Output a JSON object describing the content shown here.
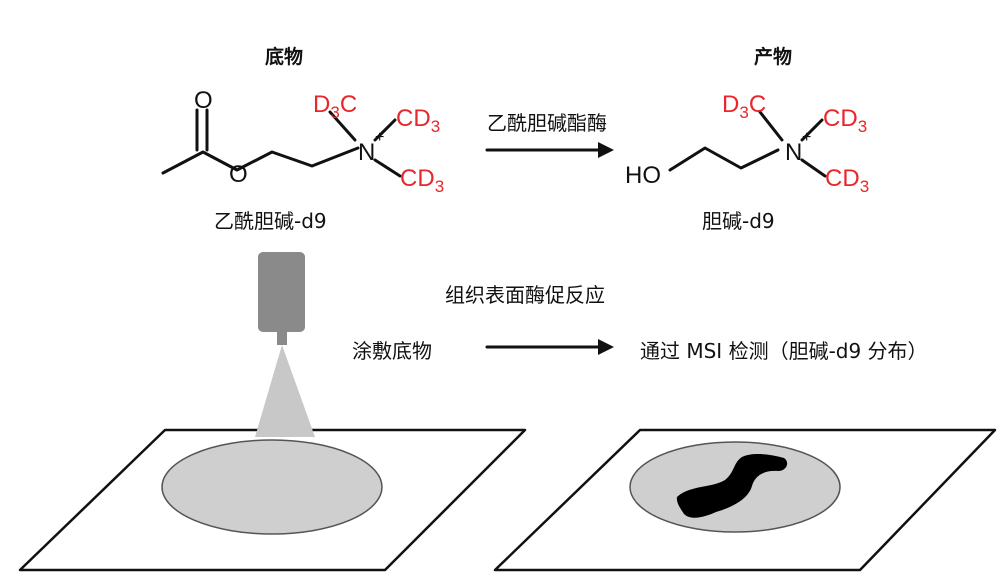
{
  "top": {
    "substrate_header": "底物",
    "product_header": "产物",
    "enzyme_label": "乙酰胆碱酯酶",
    "substrate_name": "乙酰胆碱-d9",
    "product_name": "胆碱-d9",
    "methyl_group_main": "D",
    "methyl_group_sub": "3",
    "methyl_group_carbon": "C",
    "oxygen_label": "O",
    "hydroxyl_label": "HO",
    "nitrogen_label": "N",
    "charge_label": "+"
  },
  "bottom": {
    "process_title": "组织表面酶促反应",
    "step1_label": "涂敷底物",
    "step2_label": "通过 MSI 检测（胆碱-d9 分布）"
  },
  "colors": {
    "deuterium_red": "#e8262b",
    "ink": "#111111",
    "sprayer_gray": "#8a8a8a",
    "spray_cone": "#c8c8c8",
    "tissue_gray": "#cfcfcf",
    "signal_black": "#000000"
  }
}
